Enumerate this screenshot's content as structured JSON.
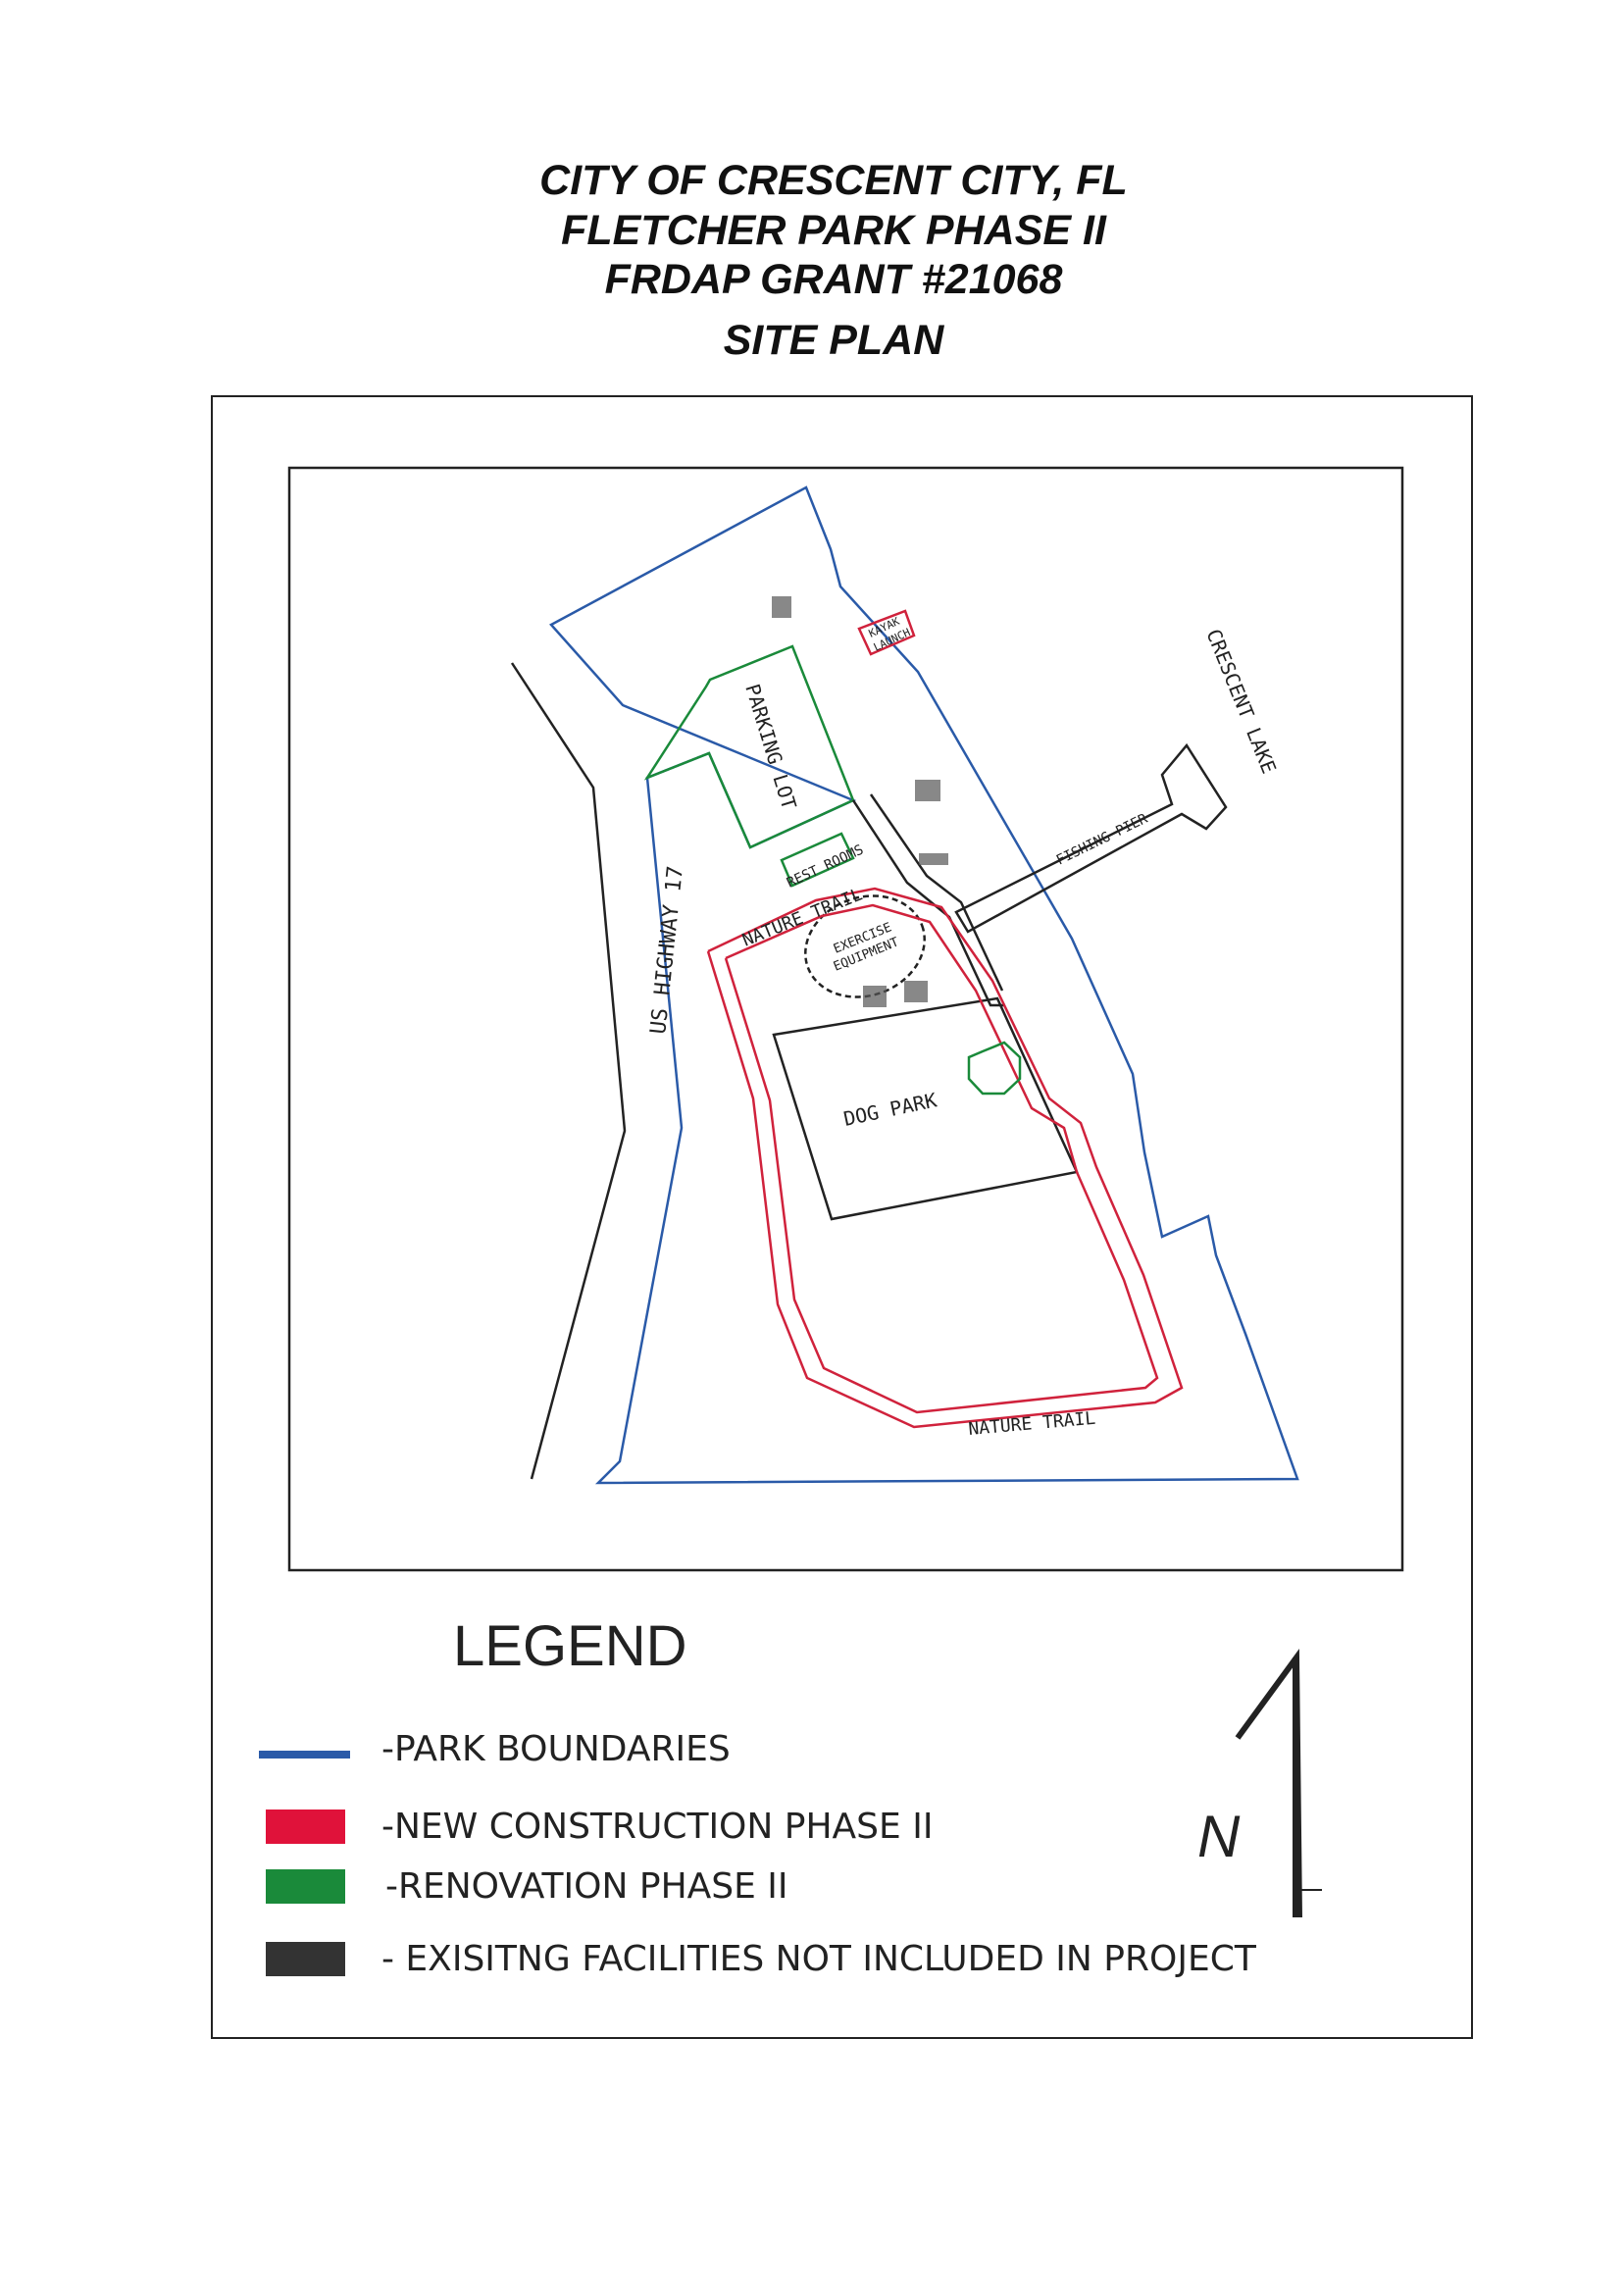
{
  "title": {
    "line1": "CITY OF CRESCENT CITY, FL",
    "line2": "FLETCHER PARK PHASE II",
    "line3": "FRDAP GRANT #21068",
    "line4": "SITE PLAN"
  },
  "labels": {
    "parking_lot": "PARKING LOT",
    "rest_rooms": "REST ROOMS",
    "nature_trail_top": "NATURE TRAIL",
    "nature_trail_bottom": "NATURE TRAIL",
    "exercise_line1": "EXERCISE",
    "exercise_line2": "EQUIPMENT",
    "dog_park": "DOG PARK",
    "us_highway": "US HIGHWAY 17",
    "crescent_lake": "CRESCENT LAKE",
    "fishing_pier": "FISHING PIER",
    "kayak_line1": "KAYAK",
    "kayak_line2": "LAUNCH"
  },
  "legend": {
    "title": "LEGEND",
    "items": [
      {
        "label": "-PARK BOUNDARIES",
        "color": "#2a5aa8"
      },
      {
        "label": "-NEW CONSTRUCTION PHASE II",
        "color": "#e0123a"
      },
      {
        "label": "-RENOVATION PHASE II",
        "color": "#1a8a3a"
      },
      {
        "label": "- EXISITNG FACILITIES NOT INCLUDED IN PROJECT",
        "color": "#333333"
      }
    ]
  },
  "north_arrow": {
    "letter": "N"
  },
  "colors": {
    "boundary": "#2a5aa8",
    "new_construction": "#d0223c",
    "renovation": "#1a8a3a",
    "existing": "#222222"
  }
}
